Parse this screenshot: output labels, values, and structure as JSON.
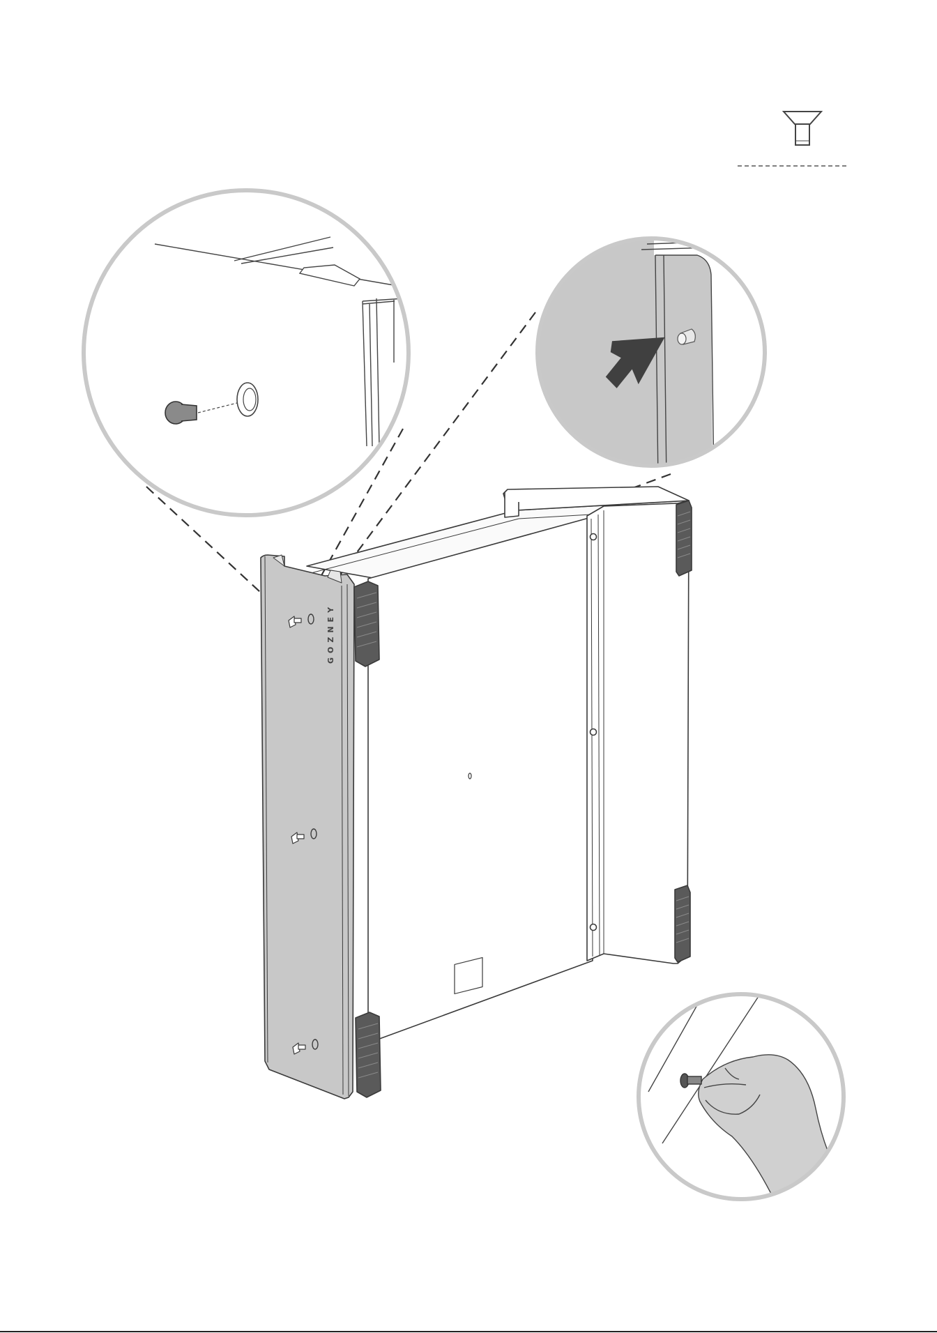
{
  "instruction_page": {
    "parts": [
      {
        "icon": "countersunk-screw-icon",
        "quantity_label": ""
      }
    ],
    "panel": {
      "brand_text": "GOZNEY",
      "screws": [
        {
          "name": "screw-top"
        },
        {
          "name": "screw-middle"
        },
        {
          "name": "screw-bottom"
        }
      ]
    },
    "callouts": [
      {
        "name": "callout-screw-alignment",
        "icon": "screw-alignment-detail-icon"
      },
      {
        "name": "callout-pin-location",
        "icon": "arrow-pointer-icon"
      },
      {
        "name": "callout-hand-insert",
        "icon": "hand-pinch-screw-icon"
      }
    ],
    "colors": {
      "panel_fill": "#c8c8c8",
      "outline": "#3a3a3a",
      "callout_ring": "#c9c9c9",
      "arrow": "#404040",
      "body_fill": "#ffffff"
    }
  }
}
